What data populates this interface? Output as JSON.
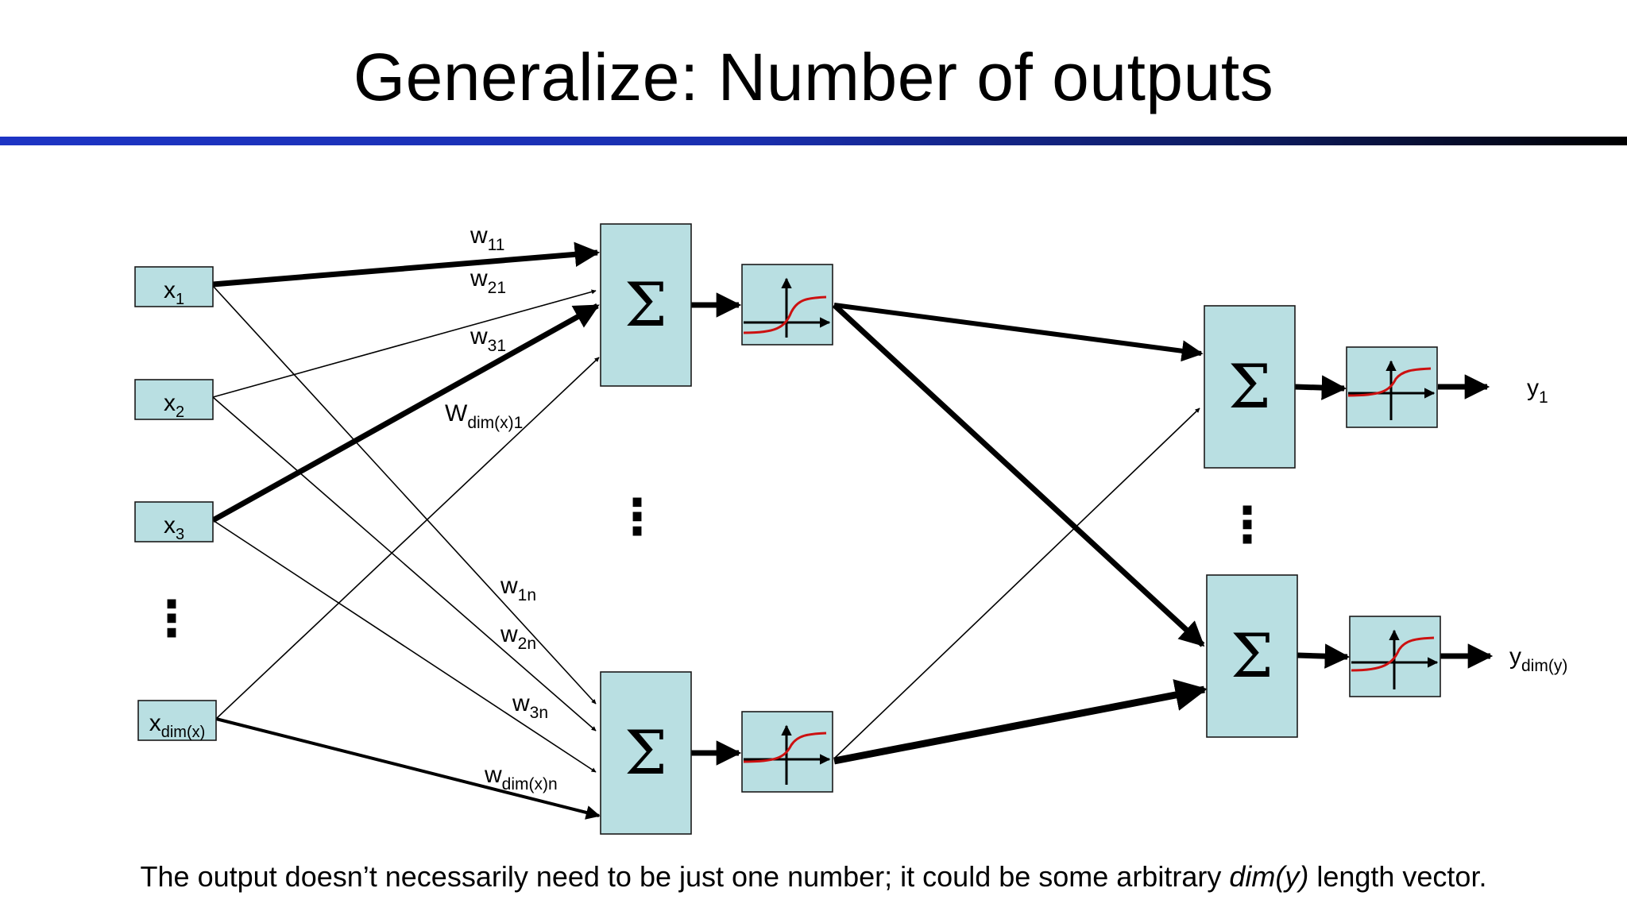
{
  "title": "Generalize: Number of outputs",
  "accent_colors": {
    "title_rule_start": "#1d34c4",
    "title_rule_end": "#000000",
    "node_fill": "#b9dfe2",
    "activation_curve": "#cc1111"
  },
  "inputs": [
    {
      "base": "x",
      "sub": "1"
    },
    {
      "base": "x",
      "sub": "2"
    },
    {
      "base": "x",
      "sub": "3"
    },
    {
      "base": "x",
      "sub": "dim(x)"
    }
  ],
  "sum_symbol": "Σ",
  "ellipsis": "⋮",
  "weights": [
    {
      "base": "w",
      "sub": "11"
    },
    {
      "base": "w",
      "sub": "21"
    },
    {
      "base": "w",
      "sub": "31"
    },
    {
      "base": "W",
      "sub": "dim(x)1"
    },
    {
      "base": "w",
      "sub": "1n"
    },
    {
      "base": "w",
      "sub": "2n"
    },
    {
      "base": "w",
      "sub": "3n"
    },
    {
      "base": "w",
      "sub": "dim(x)n"
    }
  ],
  "outputs": [
    {
      "base": "y",
      "sub": "1"
    },
    {
      "base": "y",
      "sub": "dim(y)"
    }
  ],
  "caption": {
    "before": "The output doesn’t necessarily need to be just one number; it could be some arbitrary ",
    "emphasis": "dim(y)",
    "after": " length vector."
  }
}
